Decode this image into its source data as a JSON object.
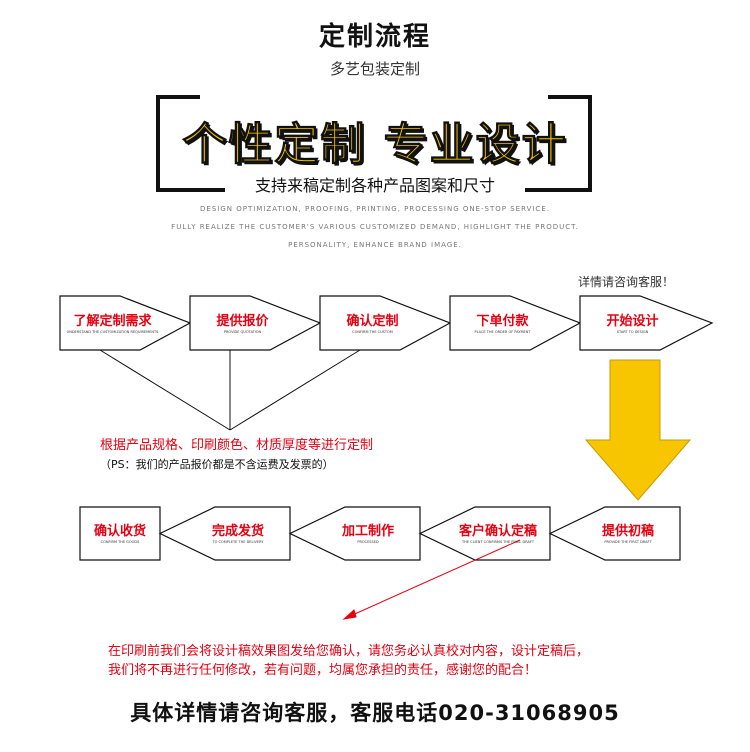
{
  "header": {
    "title": "定制流程",
    "subtitle": "多艺包装定制",
    "slogan": "个性定制 专业设计",
    "tagline": "支持来稿定制各种产品图案和尺寸",
    "english": [
      "DESIGN OPTIMIZATION, PROOFING, PRINTING, PROCESSING ONE-STOP SERVICE.",
      "FULLY REALIZE THE CUSTOMER'S VARIOUS CUSTOMIZED DEMAND, HIGHLIGHT THE PRODUCT.",
      "PERSONALITY, ENHANCE BRAND IMAGE."
    ]
  },
  "consult_note": "详情请咨询客服！",
  "top_steps": [
    {
      "label": "了解定制需求",
      "caption": "UNDERSTAND THE CUSTOMIZATION REQUIREMENTS"
    },
    {
      "label": "提供报价",
      "caption": "PROVIDE QUOTATION"
    },
    {
      "label": "确认定制",
      "caption": "CONFIRM THE CUSTOM"
    },
    {
      "label": "下单付款",
      "caption": "PLACE THE ORDER OF PAYMENT"
    },
    {
      "label": "开始设计",
      "caption": "START TO DESIGN"
    }
  ],
  "bottom_steps": [
    {
      "label": "确认收货",
      "caption": "CONFIRM THE GOODS"
    },
    {
      "label": "完成发货",
      "caption": "TO COMPLETE THE DELIVERY"
    },
    {
      "label": "加工制作",
      "caption": "PROCESSED"
    },
    {
      "label": "客户确认定稿",
      "caption": "THE CLIENT CONFIRMS THE FINAL DRAFT"
    },
    {
      "label": "提供初稿",
      "caption": "PROVIDE THE FIRST DRAFT"
    }
  ],
  "custom_note": "根据产品规格、印刷颜色、材质厚度等进行定制",
  "ps_note": "（PS：我们的产品报价都是不含运费及发票的）",
  "print_note": [
    "在印刷前我们会将设计稿效果图发给您确认，请您务必认真校对内容，设计定稿后，",
    "我们将不再进行任何修改，若有问题，均属您承担的责任，感谢您的配合！"
  ],
  "footer": "具体详情请咨询客服，客服电话020-31068905",
  "colors": {
    "accent": "#f7c600",
    "red": "#e60012"
  }
}
